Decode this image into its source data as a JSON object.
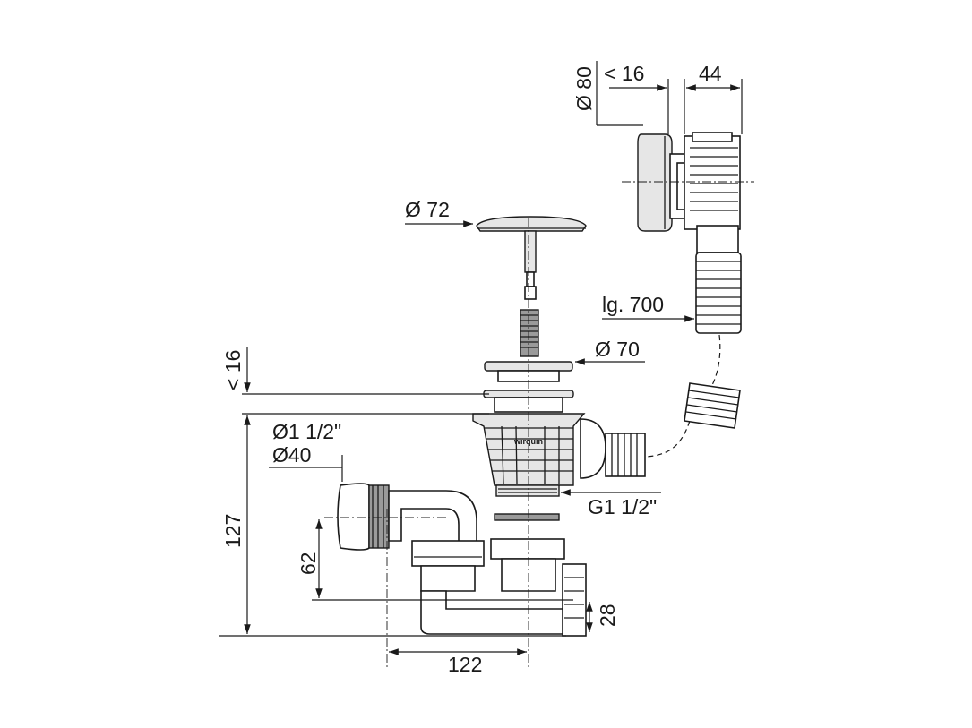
{
  "diagram": {
    "dimensions": {
      "overflow_diameter": "Ø 80",
      "overflow_gap": "< 16",
      "overflow_depth": "44",
      "plug_diameter": "Ø 72",
      "hose_length": "lg. 700",
      "flange_diameter": "Ø 70",
      "bath_gap": "< 16",
      "outlet_diameter_inch": "Ø1 1/2\"",
      "outlet_diameter_mm": "Ø40",
      "thread": "G1 1/2\"",
      "height_total": "127",
      "height_outlet": "62",
      "height_cleanout": "28",
      "horizontal_offset": "122"
    },
    "brand_mark": "wirquin"
  }
}
